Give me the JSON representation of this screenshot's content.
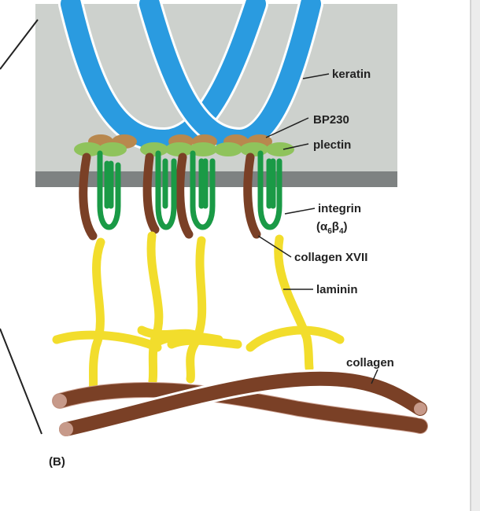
{
  "labels": {
    "keratin": "keratin",
    "bp230": "BP230",
    "plectin": "plectin",
    "integrin_line1": "integrin",
    "integrin_open": "(α",
    "integrin_sub1": "6",
    "integrin_beta": "β",
    "integrin_sub2": "4",
    "integrin_close": ")",
    "collagen_xvii": "collagen XVII",
    "laminin": "laminin",
    "collagen": "collagen",
    "panel": "(B)"
  },
  "colors": {
    "cell_interior": "#cdd1cd",
    "membrane": "#7e8282",
    "keratin": "#2a9be0",
    "keratin_outline": "#ffffff",
    "bp230": "#b8884e",
    "plectin": "#8fc35c",
    "integrin": "#1a9a46",
    "collagen_xvii": "#7a4026",
    "laminin": "#f2dd2c",
    "collagen": "#7a4026",
    "collagen_tip": "#c79a8a",
    "leader_line": "#222222",
    "right_border": "#c8c8c8"
  }
}
